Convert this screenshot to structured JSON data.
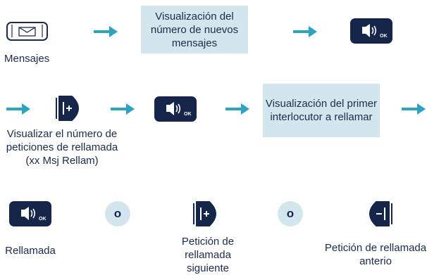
{
  "row1": {
    "msg_label": "Mensajes",
    "box_text": "Visualización del número de nuevos mensajes"
  },
  "row2": {
    "nav_label": "Visualizar el número de peticiones de rellamada (xx Msj Rellam)",
    "box_text": "Visualización del primer interlocutor a rellamar"
  },
  "row3": {
    "or1": "o",
    "or2": "o",
    "label_speaker": "Rellamada",
    "label_next": "Petición de rellamada siguiente",
    "label_prev": "Petición de rellamada anterio"
  },
  "icons": {
    "ok_key_sub": "OK",
    "accent": "#2ea3bf",
    "key_color": "#16254a",
    "box_color": "#d3e6ee"
  }
}
